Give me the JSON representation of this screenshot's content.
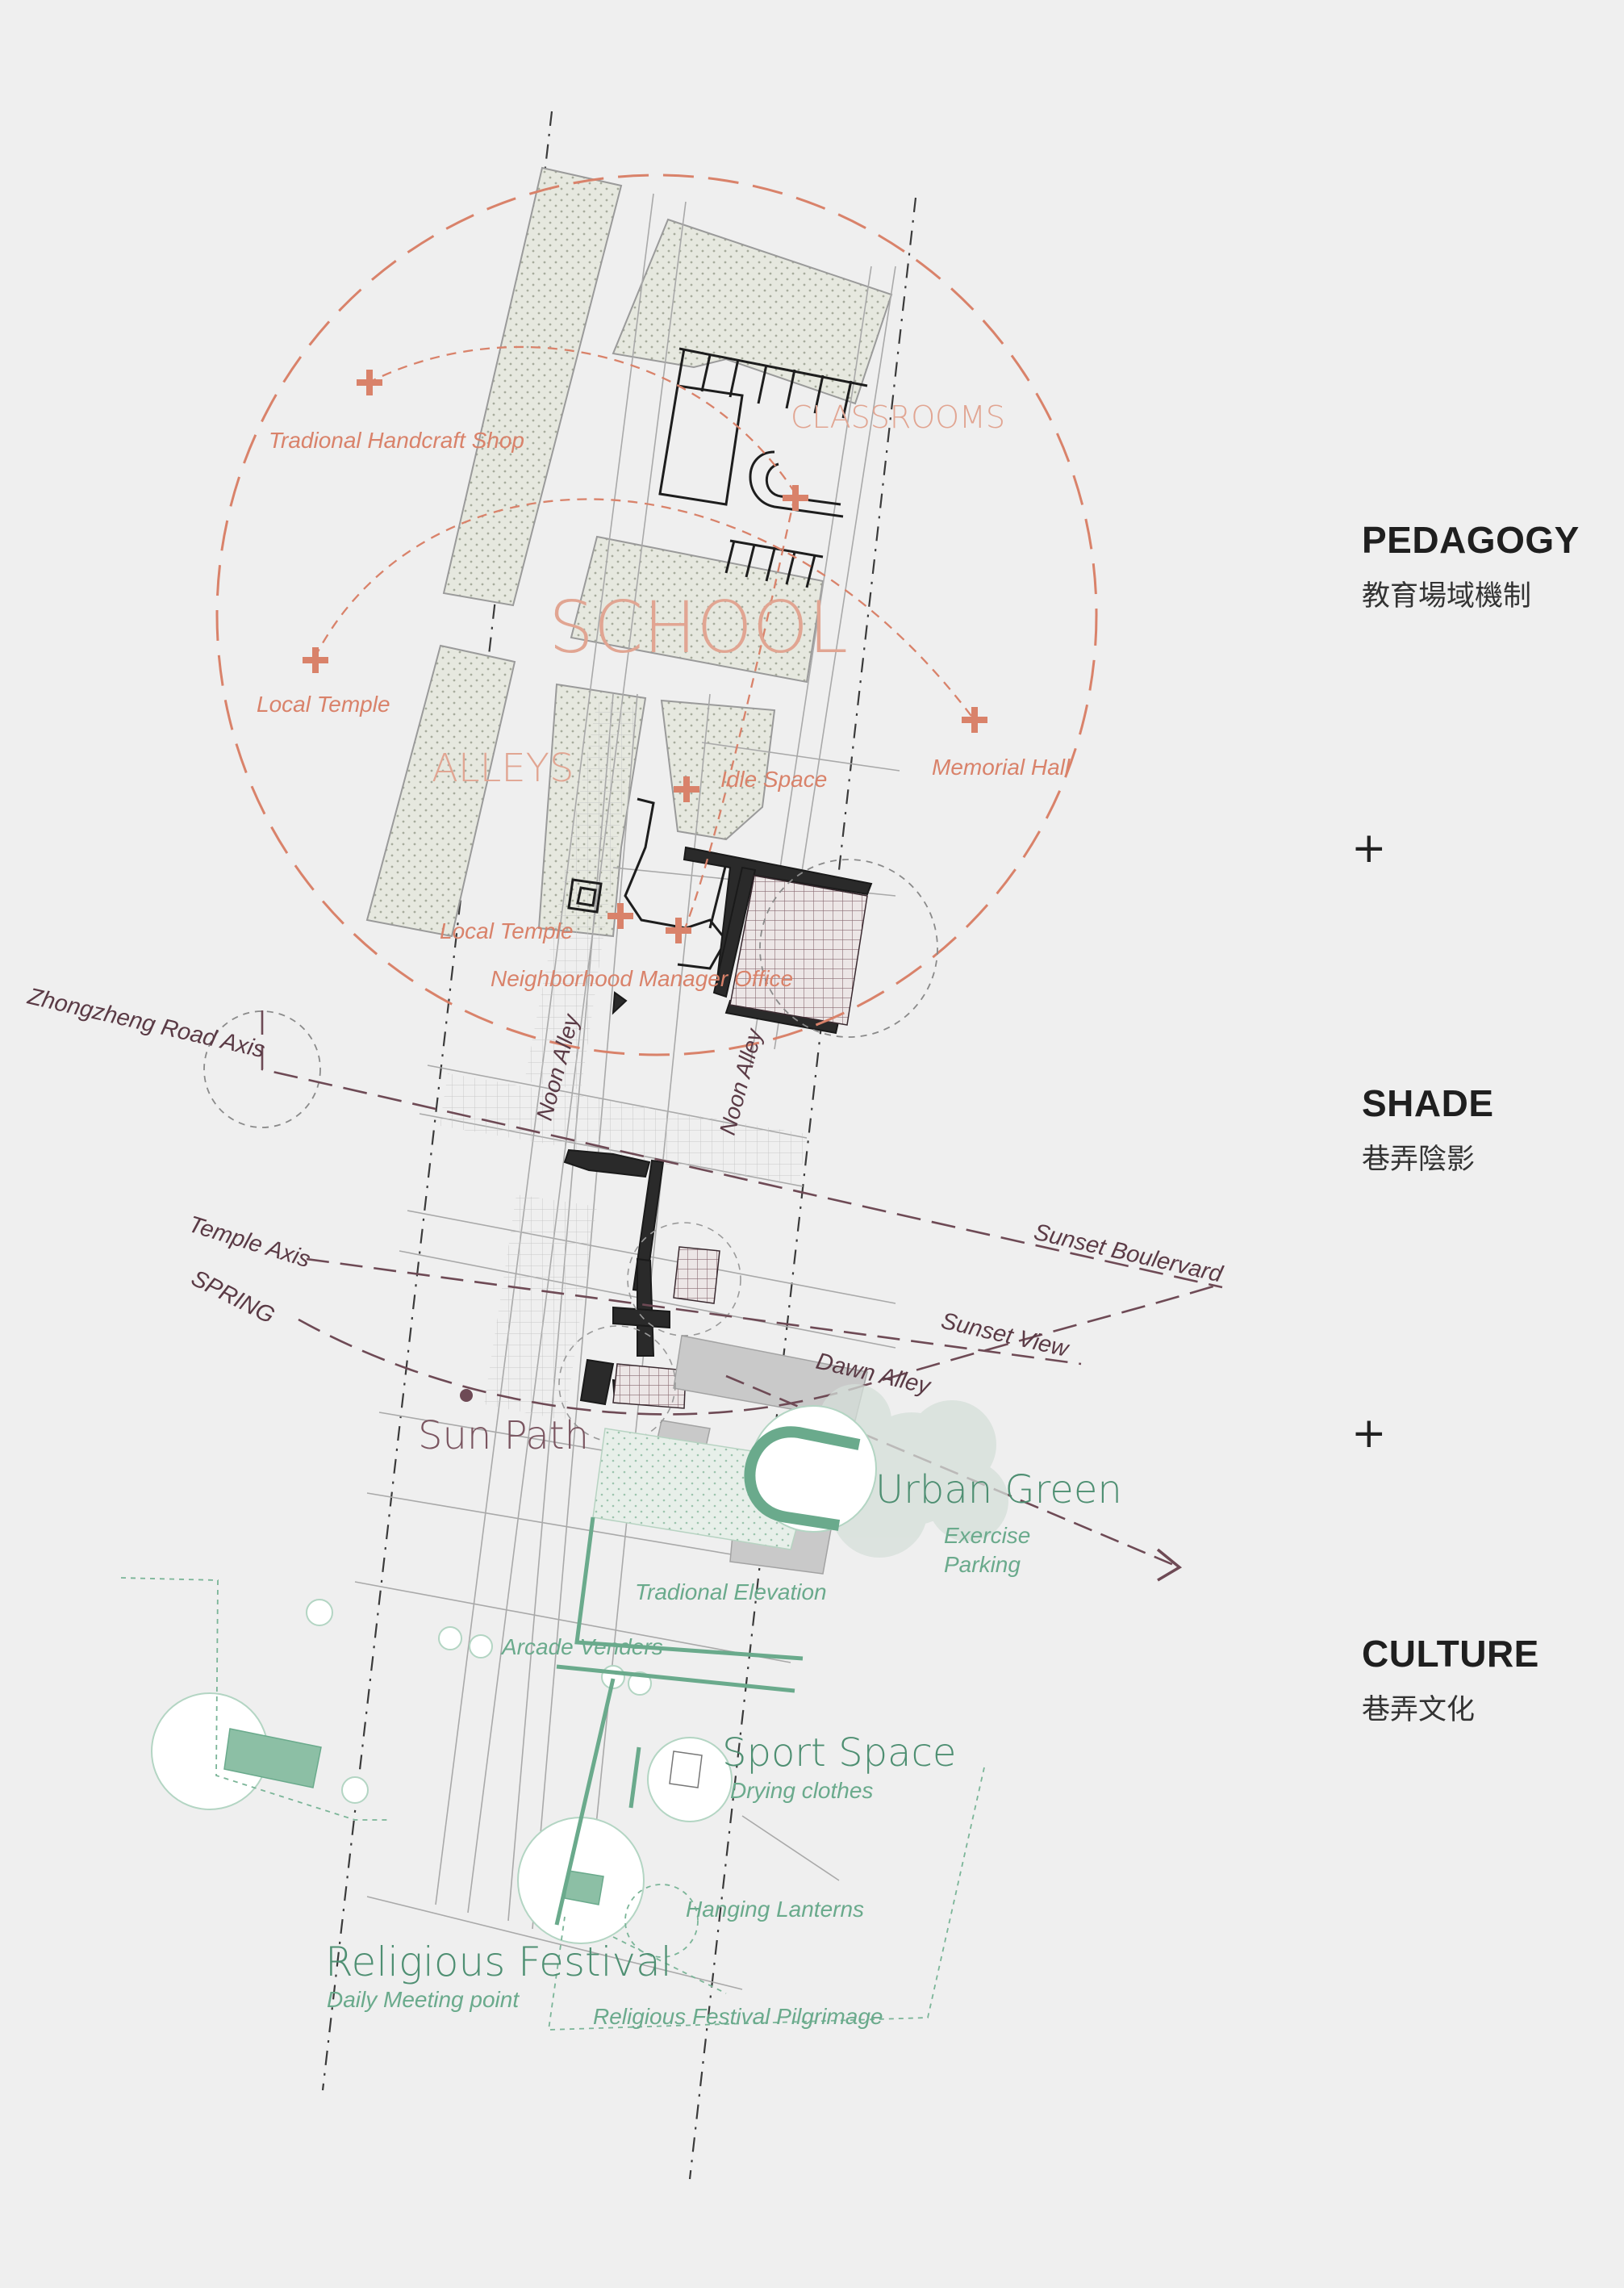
{
  "labels": {
    "school": "SCHOOL",
    "classrooms": "CLASSROOMS",
    "alleys": "ALLEYS",
    "handcraft_shop": "Tradional Handcraft Shop",
    "local_temple_1": "Local Temple",
    "local_temple_2": "Local Temple",
    "idle_space": "Idle Space",
    "memorial_hall": "Memorial Hall",
    "neighborhood_office": "Neighborhood Manager Office",
    "zhongzheng_axis": "Zhongzheng Road Axis",
    "noon_alley_1": "Noon Alley",
    "noon_alley_2": "Noon Alley",
    "sunset_boulevard": "Sunset Boulervard",
    "temple_axis": "Temple Axis",
    "spring": "SPRING",
    "sunset_view": "Sunset View",
    "dawn_alley": "Dawn Alley",
    "sun_path": "Sun Path",
    "urban_green": "Urban Green",
    "exercise": "Exercise",
    "parking": "Parking",
    "traditional_elevation": "Tradional Elevation",
    "arcade_venders": "Arcade Venders",
    "sport_space": "Sport Space",
    "drying_clothes": "Drying clothes",
    "hanging_lanterns": "Hanging Lanterns",
    "religious_festival": "Religious Festival",
    "daily_meeting": "Daily Meeting point",
    "pilgrimage": "Religious Festival Pilgrimage"
  },
  "sidebar": [
    {
      "title": "PEDAGOGY",
      "subtitle": "教育場域機制"
    },
    {
      "title": "SHADE",
      "subtitle": "巷弄陰影"
    },
    {
      "title": "CULTURE",
      "subtitle": "巷弄文化"
    }
  ],
  "sidebar_separator": "+",
  "colors": {
    "background": "#efefef",
    "pedagogy": "#d9826a",
    "shade": "#6e4a55",
    "culture": "#6aaa8c",
    "ink": "#1f1f1f"
  }
}
